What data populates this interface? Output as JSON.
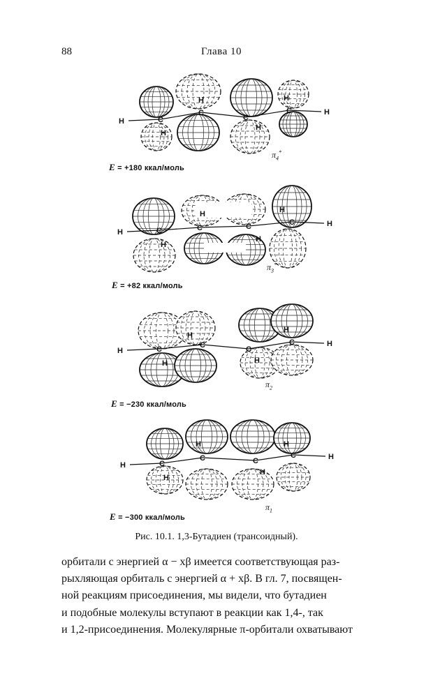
{
  "header": {
    "page_number": "88",
    "chapter": "Глава 10"
  },
  "figure": {
    "orbitals": [
      {
        "label_main": "π",
        "label_sub": "4",
        "label_sup": "*",
        "energy_prefix": "E",
        "energy_text": " = +180 ккал/моль"
      },
      {
        "label_main": "π",
        "label_sub": "3",
        "label_sup": "*",
        "energy_prefix": "E",
        "energy_text": " = +82 ккал/моль"
      },
      {
        "label_main": "π",
        "label_sub": "2",
        "label_sup": "",
        "energy_prefix": "E",
        "energy_text": " = −230 ккал/моль"
      },
      {
        "label_main": "π",
        "label_sub": "1",
        "label_sup": "",
        "energy_prefix": "E",
        "energy_text": " = −300 ккал/моль"
      }
    ],
    "atom_C": "C",
    "atom_H": "H",
    "caption": "Рис. 10.1. 1,3-Бутадиен (трансоидный)."
  },
  "body": {
    "lines": [
      "орбитали с энергией α − xβ имеется соответствующая раз-",
      "рыхляющая орбиталь с энергией α + xβ. В гл. 7, посвящен-",
      "ной реакциям присоединения, мы видели, что бутадиен",
      "и подобные молекулы вступают в реакции как 1,4-, так",
      "и 1,2-присоединения. Молекулярные π-орбитали охватывают"
    ]
  }
}
